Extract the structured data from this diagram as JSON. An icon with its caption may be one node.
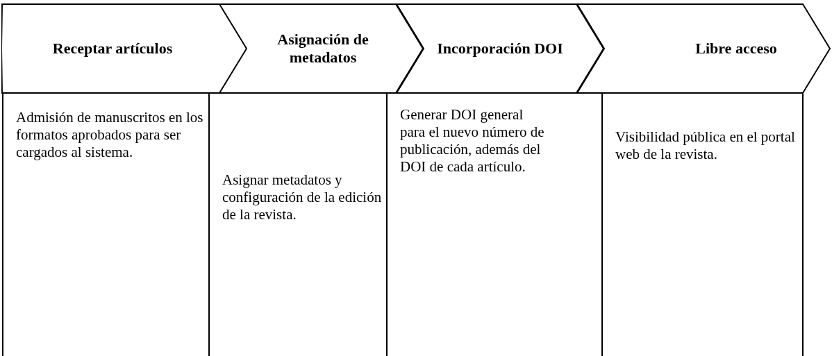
{
  "diagram": {
    "nodes": [
      {
        "text": [
          "Receptar artículos"
        ]
      },
      {
        "text": [
          "Asignación de metadatos"
        ]
      },
      {
        "text": [
          "Incorporación DOI"
        ]
      },
      {
        "text": [
          "Libre acceso"
        ]
      },
      {
        "text": [
          "Admisión de manuscritos en los formatos aprobados para ser cargados al sistema."
        ]
      },
      {
        "text": [
          "Asignar metadatos y configuración de la edición de la revista."
        ]
      },
      {
        "text": [
          "Generar DOI general para el nuevo número de publicación, además del DOI de cada artículo."
        ]
      },
      {
        "text": [
          "Visibilidad pública en el portal web de la revista."
        ]
      }
    ]
  }
}
